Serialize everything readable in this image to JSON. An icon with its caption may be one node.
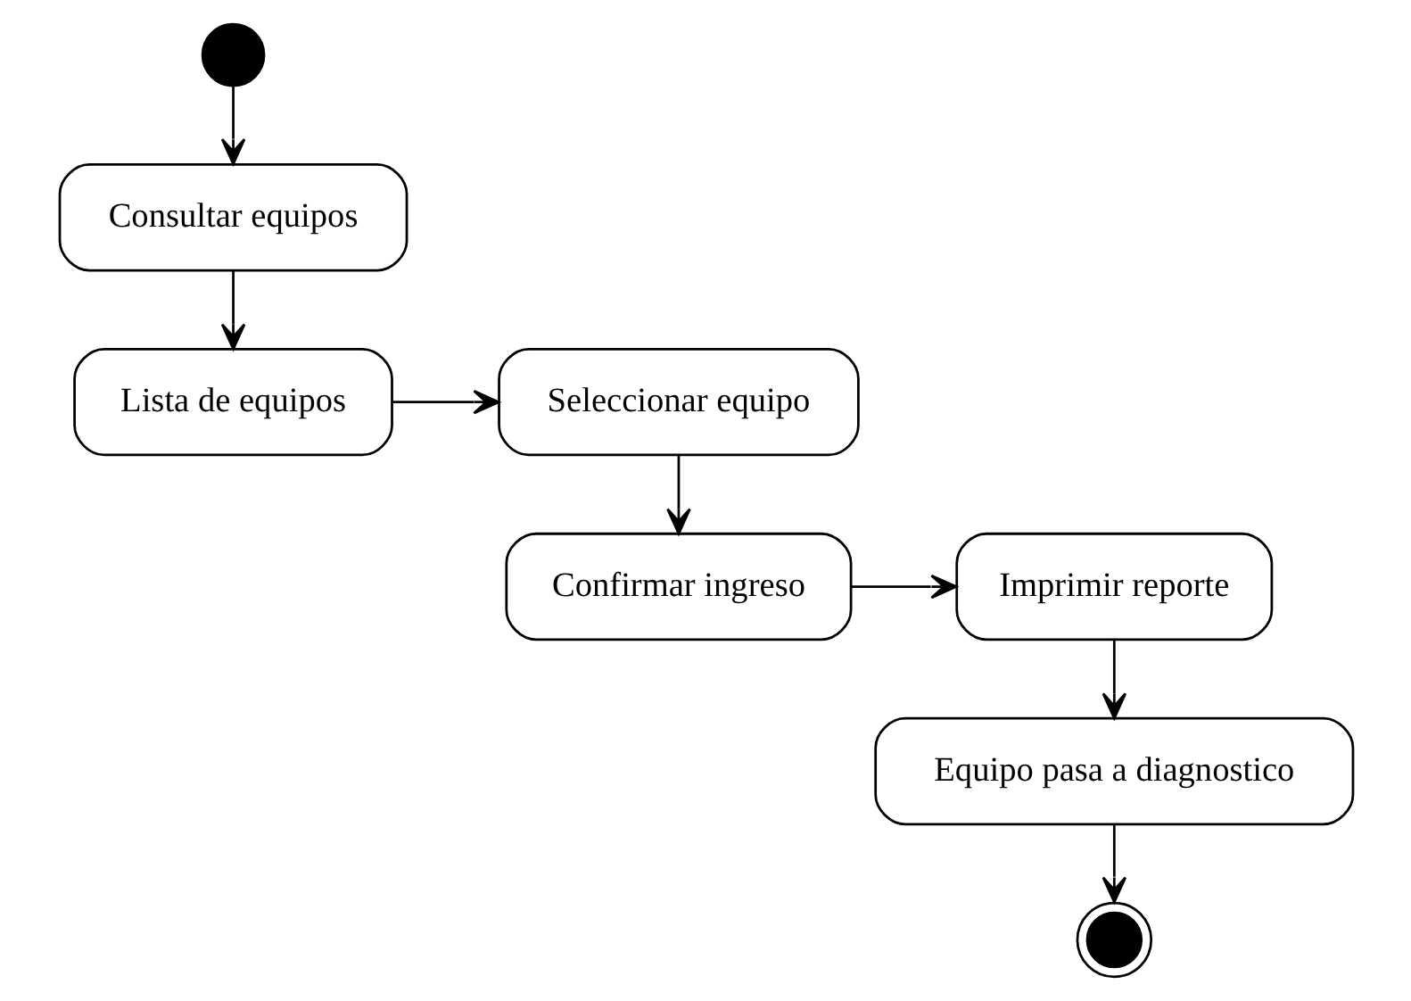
{
  "diagram": {
    "nodes": [
      {
        "text": [],
        "shape": "circle"
      },
      {
        "text": [
          "Consultar equipos"
        ]
      },
      {
        "text": [
          "Lista de equipos"
        ]
      },
      {
        "text": [
          "Seleccionar equipo"
        ]
      },
      {
        "text": [
          "Confirmar ingreso"
        ]
      },
      {
        "text": [
          "Imprimir reporte"
        ]
      },
      {
        "text": [
          "Equipo pasa a diagnostico"
        ]
      },
      {
        "text": [],
        "shape": "bullseye"
      }
    ],
    "edges": [
      {
        "from": 0,
        "to": 1,
        "arrow": "to"
      },
      {
        "from": 1,
        "to": 2,
        "arrow": "to"
      },
      {
        "from": 2,
        "to": 3,
        "arrow": "to"
      },
      {
        "from": 3,
        "to": 4,
        "arrow": "to"
      },
      {
        "from": 4,
        "to": 5,
        "arrow": "to"
      },
      {
        "from": 5,
        "to": 6,
        "arrow": "to"
      },
      {
        "from": 6,
        "to": 7,
        "arrow": "to"
      }
    ]
  }
}
